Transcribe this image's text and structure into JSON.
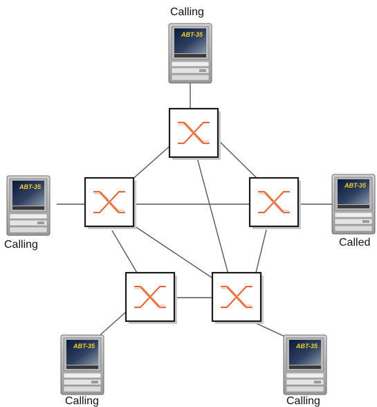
{
  "terminals": [
    {
      "id": "top",
      "label": "Calling",
      "screen_text": "ABT-35"
    },
    {
      "id": "left",
      "label": "Calling",
      "screen_text": "ABT-35"
    },
    {
      "id": "right",
      "label": "Called",
      "screen_text": "ABT-35"
    },
    {
      "id": "bottom-left",
      "label": "Calling",
      "screen_text": "ABT-35"
    },
    {
      "id": "bottom-right",
      "label": "Calling",
      "screen_text": "ABT-35"
    }
  ],
  "switches": [
    {
      "id": "top"
    },
    {
      "id": "left"
    },
    {
      "id": "right"
    },
    {
      "id": "bottom-left"
    },
    {
      "id": "bottom-right"
    }
  ],
  "colors": {
    "switch_symbol": "#e06a3a",
    "link": "#555555",
    "screen_text": "#f2d22a"
  }
}
